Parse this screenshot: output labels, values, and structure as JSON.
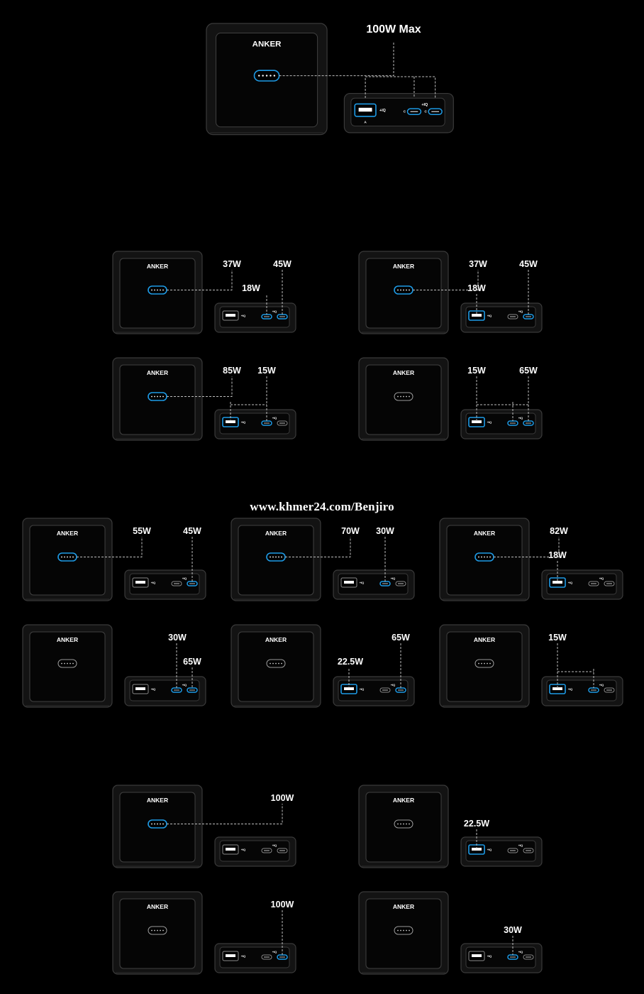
{
  "brand": "ANKER",
  "watermark": "www.khmer24.com/Benjiro",
  "colors": {
    "background": "#000000",
    "accent": "#1e9be6",
    "body": "#161616",
    "text": "#ffffff"
  },
  "port_labels": {
    "usb_a": "A",
    "usb_c": "C"
  },
  "hero": {
    "label": "100W Max",
    "active_ports": [
      "a",
      "c1",
      "c2"
    ],
    "face_light_on": true
  },
  "panels": [
    {
      "id": "p1",
      "face_light_on": true,
      "active_ports": [
        "c1",
        "c2"
      ],
      "labels": [
        {
          "text": "37W",
          "port": "c1"
        },
        {
          "text": "45W",
          "port": "c2"
        },
        {
          "text": "18W",
          "port": "c1"
        }
      ]
    },
    {
      "id": "p2",
      "face_light_on": true,
      "active_ports": [
        "a",
        "c2"
      ],
      "labels": [
        {
          "text": "37W",
          "port": "a"
        },
        {
          "text": "45W",
          "port": "c2"
        },
        {
          "text": "18W",
          "port": "a"
        }
      ]
    },
    {
      "id": "p3",
      "face_light_on": true,
      "active_ports": [
        "a",
        "c1"
      ],
      "labels": [
        {
          "text": "85W",
          "port": "a"
        },
        {
          "text": "15W",
          "port": "c1"
        }
      ]
    },
    {
      "id": "p4",
      "face_light_on": false,
      "active_ports": [
        "a",
        "c1",
        "c2"
      ],
      "labels": [
        {
          "text": "15W",
          "port": "a"
        },
        {
          "text": "65W",
          "port": "c2"
        }
      ]
    },
    {
      "id": "p5",
      "face_light_on": true,
      "active_ports": [
        "c2"
      ],
      "labels": [
        {
          "text": "55W",
          "port": "c2"
        },
        {
          "text": "45W",
          "port": "c2"
        }
      ]
    },
    {
      "id": "p6",
      "face_light_on": true,
      "active_ports": [
        "c1"
      ],
      "labels": [
        {
          "text": "70W",
          "port": "c1"
        },
        {
          "text": "30W",
          "port": "c1"
        }
      ]
    },
    {
      "id": "p7",
      "face_light_on": true,
      "active_ports": [
        "a"
      ],
      "labels": [
        {
          "text": "82W",
          "port": "a"
        },
        {
          "text": "18W",
          "port": "a"
        }
      ]
    },
    {
      "id": "p8",
      "face_light_on": false,
      "active_ports": [
        "c1",
        "c2"
      ],
      "labels": [
        {
          "text": "30W",
          "port": "c1"
        },
        {
          "text": "65W",
          "port": "c2"
        }
      ]
    },
    {
      "id": "p9",
      "face_light_on": false,
      "active_ports": [
        "a",
        "c2"
      ],
      "labels": [
        {
          "text": "22.5W",
          "port": "a"
        },
        {
          "text": "65W",
          "port": "c2"
        }
      ]
    },
    {
      "id": "p10",
      "face_light_on": false,
      "active_ports": [
        "a",
        "c1"
      ],
      "labels": [
        {
          "text": "15W",
          "port": "a"
        }
      ]
    },
    {
      "id": "p11",
      "face_light_on": true,
      "active_ports": [],
      "labels": [
        {
          "text": "100W",
          "port": "c2"
        }
      ]
    },
    {
      "id": "p12",
      "face_light_on": false,
      "active_ports": [
        "a"
      ],
      "labels": [
        {
          "text": "22.5W",
          "port": "a"
        }
      ]
    },
    {
      "id": "p13",
      "face_light_on": false,
      "active_ports": [
        "c2"
      ],
      "labels": [
        {
          "text": "100W",
          "port": "c2"
        }
      ]
    },
    {
      "id": "p14",
      "face_light_on": false,
      "active_ports": [
        "c1"
      ],
      "labels": [
        {
          "text": "30W",
          "port": "c1"
        }
      ]
    }
  ]
}
